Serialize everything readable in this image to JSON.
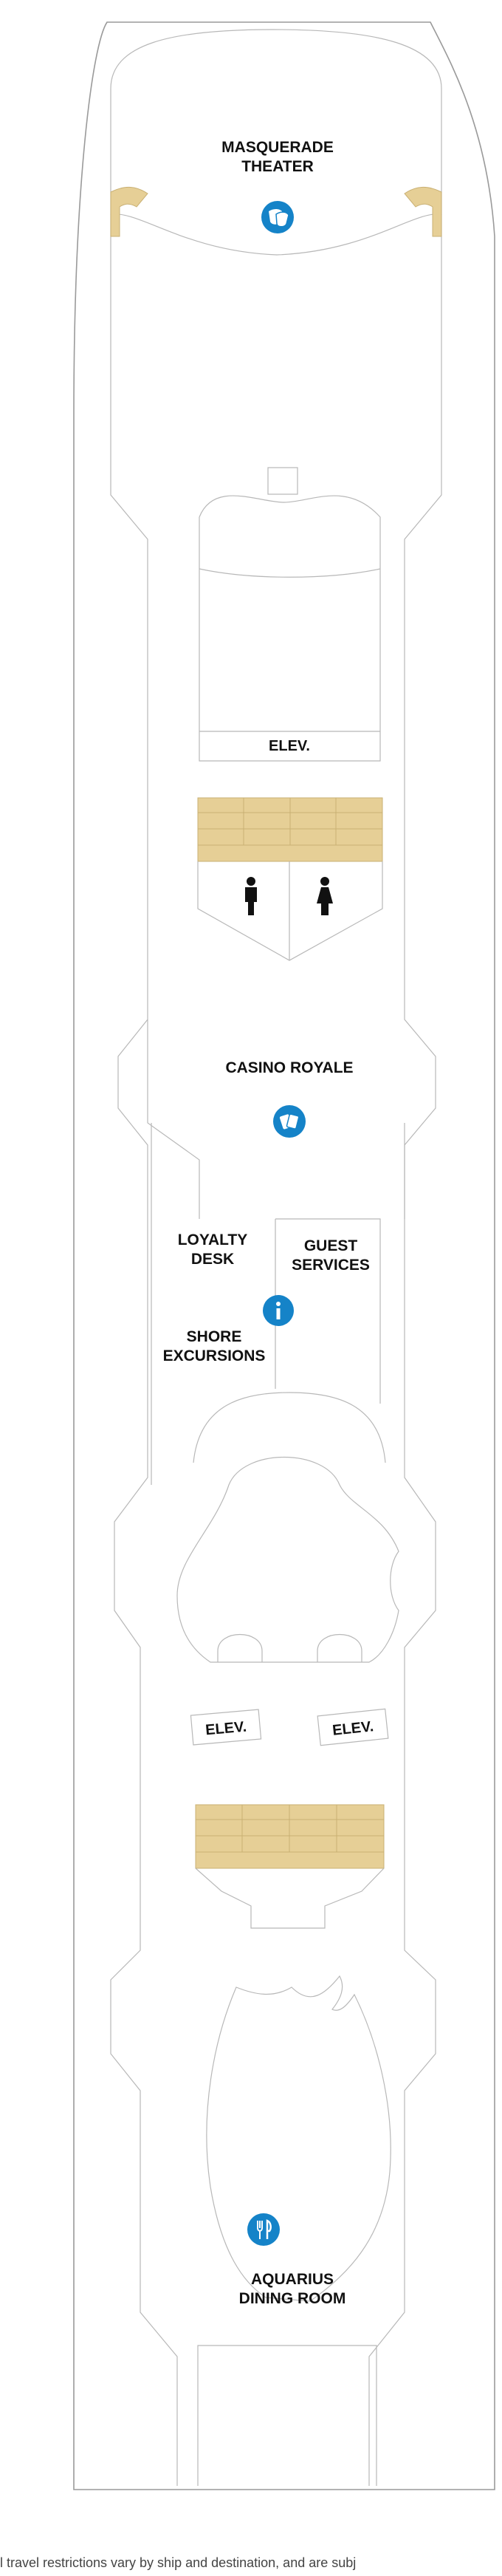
{
  "rooms": {
    "theater_line1": "MASQUERADE",
    "theater_line2": "THEATER",
    "casino": "CASINO ROYALE",
    "loyalty_line1": "LOYALTY",
    "loyalty_line2": "DESK",
    "guest_line1": "GUEST",
    "guest_line2": "SERVICES",
    "shore_line1": "SHORE",
    "shore_line2": "EXCURSIONS",
    "dining_line1": "AQUARIUS",
    "dining_line2": "DINING ROOM"
  },
  "elevators": {
    "top": "ELEV.",
    "lower_left": "ELEV.",
    "lower_right": "ELEV."
  },
  "icons": {
    "theater": "theater-masks-icon",
    "casino": "casino-cards-icon",
    "info": "info-icon",
    "dining": "dining-utensils-icon",
    "mens_restroom": "man-icon",
    "womens_restroom": "woman-icon"
  },
  "colors": {
    "icon_blue": "#1583c8",
    "stairs_tan": "#e6cf96",
    "wall_gray": "#9a9a9a"
  },
  "footer": {
    "disclaimer": "l travel restrictions vary by ship and destination, and are subj"
  }
}
